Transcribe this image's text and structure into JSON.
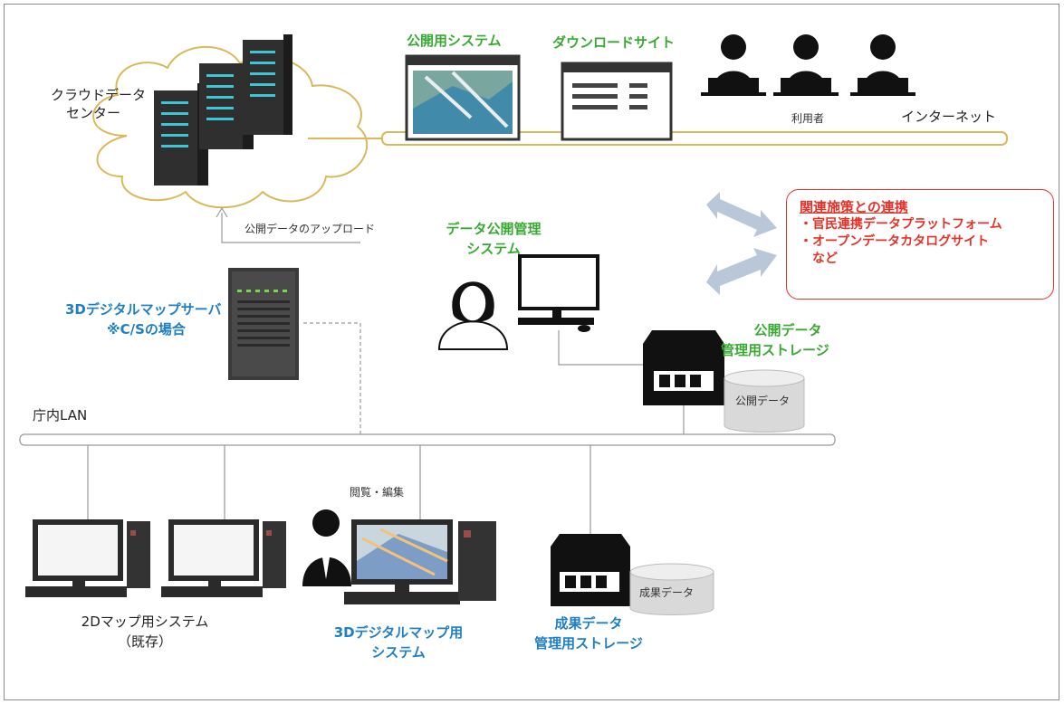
{
  "labels": {
    "cloud_datacenter_line1": "クラウドデータ",
    "cloud_datacenter_line2": "センター",
    "public_system": "公開用システム",
    "download_site": "ダウンロードサイト",
    "users": "利用者",
    "internet": "インターネット",
    "upload": "公開データのアップロード",
    "data_publish_mgmt_line1": "データ公開管理",
    "data_publish_mgmt_line2": "システム",
    "server_line1": "3Dデジタルマップサーバ",
    "server_line2": "※C/Sの場合",
    "public_storage_line1": "公開データ",
    "public_storage_line2": "管理用ストレージ",
    "public_data_db": "公開データ",
    "lan": "庁内LAN",
    "view_edit": "閲覧・編集",
    "system_2d_line1": "2Dマップ用システム",
    "system_2d_line2": "（既存）",
    "system_3d_line1": "3Dデジタルマップ用",
    "system_3d_line2": "システム",
    "result_storage_line1": "成果データ",
    "result_storage_line2": "管理用ストレージ",
    "result_data_db": "成果データ"
  },
  "related": {
    "title": "関連施策との連携",
    "items": [
      "・官民連携データプラットフォーム",
      "・オープンデータカタログサイト",
      "　など"
    ]
  },
  "colors": {
    "green": "#39a934",
    "blue": "#1f7fc4",
    "red": "#e53228",
    "internet_line": "#d9b95a"
  },
  "icons": [
    "cloud-icon",
    "server-rack-icon",
    "browser-window-icon",
    "person-icon",
    "monitor-icon",
    "storage-icon",
    "database-icon",
    "double-arrow-icon"
  ]
}
